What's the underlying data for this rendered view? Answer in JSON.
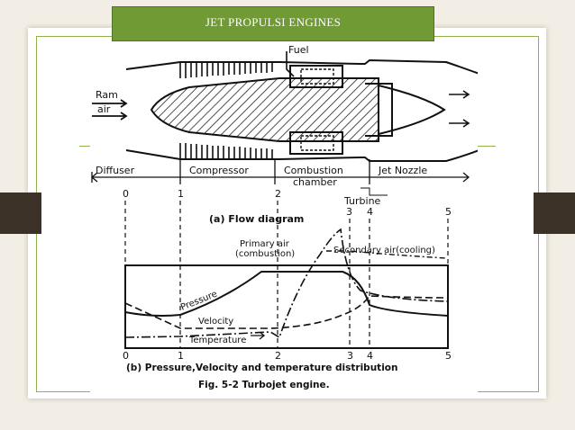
{
  "slide": {
    "title": "JET PROPULSI ENGINES"
  },
  "diagram": {
    "fuel": "Fuel",
    "ram_air_1": "Ram",
    "ram_air_2": "air",
    "sections": [
      "Diffuser",
      "Compressor",
      "Combustion",
      "chamber",
      "Jet Nozzle",
      "Turbine"
    ],
    "station_numbers": [
      "0",
      "1",
      "2",
      "3",
      "4",
      "5"
    ],
    "caption_a": "(a)  Flow diagram",
    "primary_air_1": "Primary air",
    "primary_air_2": "(combustion)",
    "secondary_air": "Secondary air(cooling)",
    "pressure": "Pressure",
    "velocity": "Velocity",
    "temperature": "Temperature",
    "caption_b": "(b) Pressure,Velocity and temperature  distribution",
    "figure_caption": "Fig. 5-2   Turbojet engine."
  }
}
